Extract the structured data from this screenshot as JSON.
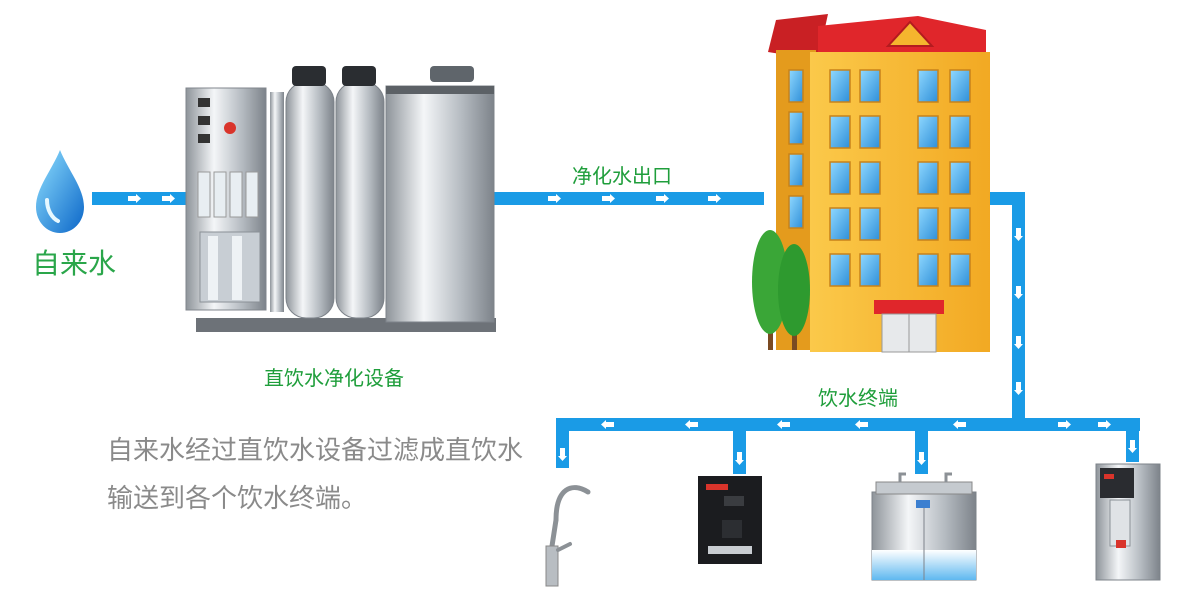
{
  "labels": {
    "source": "自来水",
    "purifier": "直饮水净化设备",
    "outlet": "净化水出口",
    "terminals": "饮水终端"
  },
  "description": "自来水经过直饮水设备过滤成直饮水输送到各个饮水终端。",
  "colors": {
    "pipe": "#1a9be6",
    "label_green": "#1f9e3b",
    "description_gray": "#8a8a8a",
    "building_wall": "#f5b52e",
    "building_roof": "#e0262b"
  },
  "icons": [
    "water-drop-icon",
    "purifier-machine-icon",
    "building-icon",
    "faucet-icon",
    "wall-dispenser-icon",
    "cabinet-dispenser-icon",
    "tower-dispenser-icon"
  ]
}
